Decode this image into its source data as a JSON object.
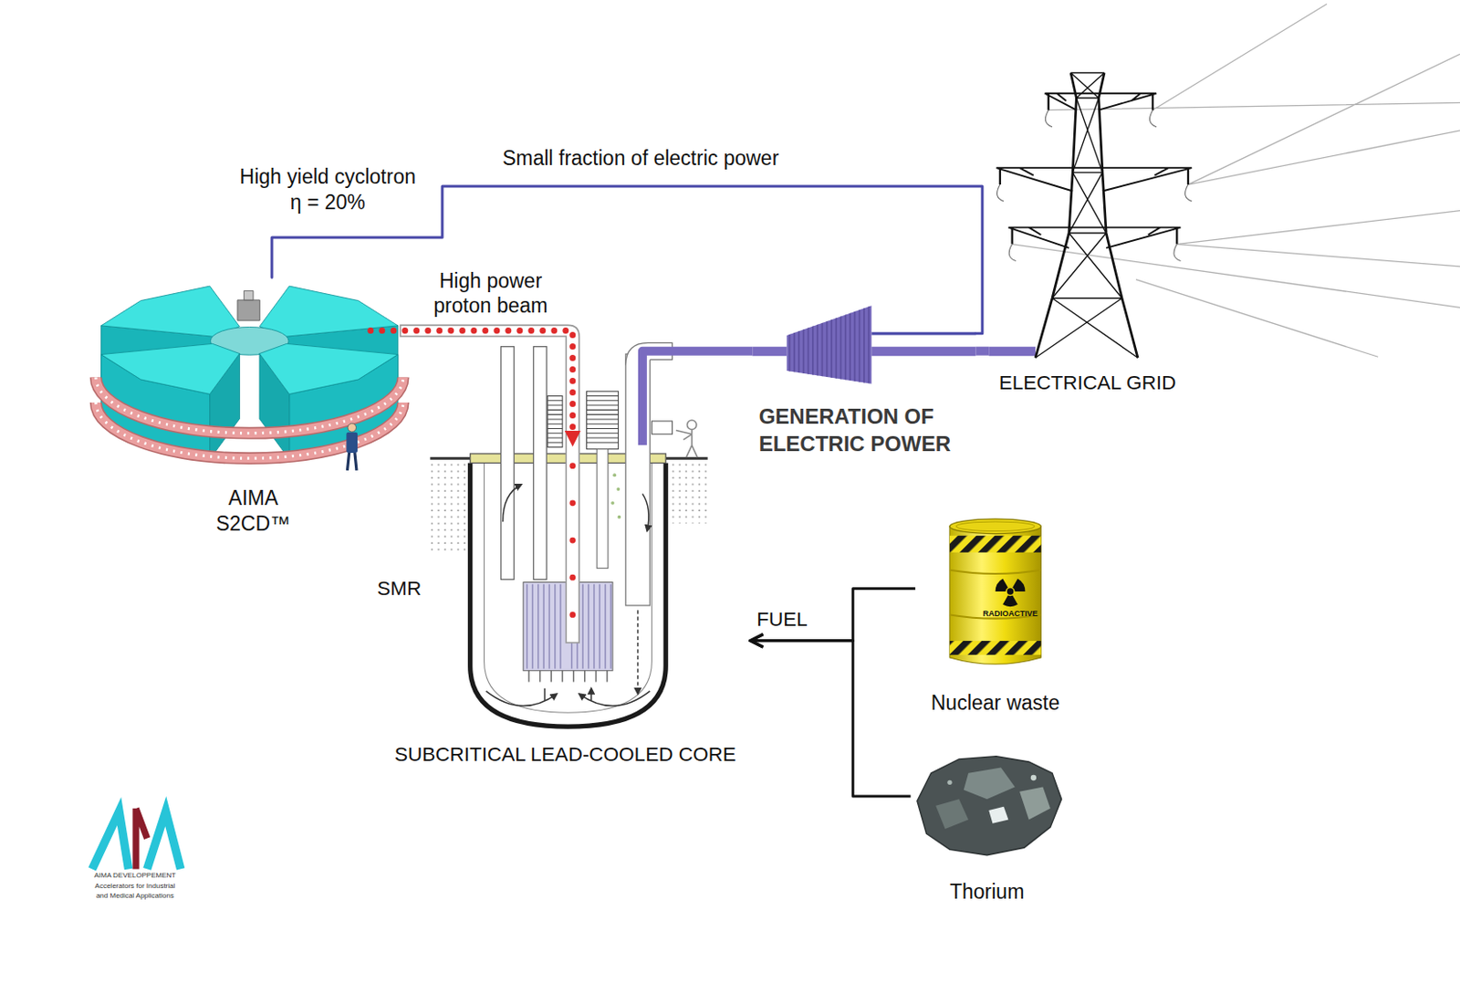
{
  "diagram": {
    "nodes": [
      {
        "text": [
          "AIMA S2CD™"
        ]
      },
      {
        "text": [
          "SMR",
          "SUBCRITICAL LEAD-COOLED CORE"
        ]
      },
      {
        "text": [
          "GENERATION OF ELECTRIC POWER"
        ]
      },
      {
        "text": [
          "ELECTRICAL GRID"
        ]
      },
      {
        "text": [
          "Nuclear waste"
        ]
      },
      {
        "text": [
          "Thorium"
        ]
      }
    ],
    "edges": [
      {
        "from": 0,
        "to": 1,
        "arrow": "to",
        "label": "High power proton beam"
      },
      {
        "from": 1,
        "to": 2,
        "arrow": "none"
      },
      {
        "from": 2,
        "to": 3,
        "arrow": "none"
      },
      {
        "from": 2,
        "to": 0,
        "arrow": "none",
        "label": "Small fraction of electric power"
      },
      {
        "from": 4,
        "to": 1,
        "arrow": "to",
        "label": "FUEL"
      },
      {
        "from": 5,
        "to": 1,
        "arrow": "to"
      }
    ],
    "labels": [
      "High yield cyclotron η = 20%",
      "RADIOACTIVE",
      "AIMA DEVELOPPEMENT",
      "Accelerators for Industrial and Medical Applications"
    ]
  }
}
